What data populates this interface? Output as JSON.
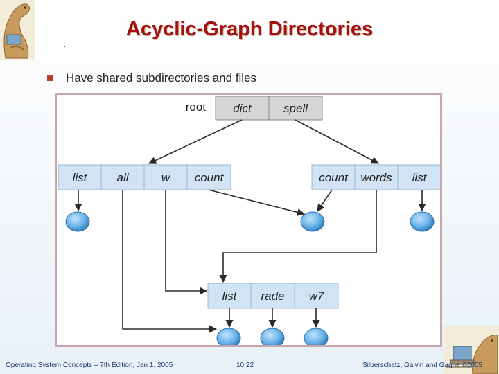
{
  "slide": {
    "title": "Acyclic-Graph Directories",
    "bullet": "Have shared subdirectories and files"
  },
  "diagram": {
    "root_dir": {
      "label": "root",
      "entries": [
        "dict",
        "spell"
      ]
    },
    "dict_dir": {
      "entries": [
        "list",
        "all",
        "w",
        "count"
      ]
    },
    "spell_dir": {
      "entries": [
        "count",
        "words",
        "list"
      ]
    },
    "shared_dir": {
      "entries": [
        "list",
        "rade",
        "w7"
      ]
    }
  },
  "footer": {
    "left": "Operating System Concepts – 7th Edition, Jan 1, 2005",
    "center": "10.22",
    "right": "Silberschatz, Galvin and Gagne ©2005"
  },
  "colors": {
    "title": "#a40f0f",
    "entry_fill": "#d0e4f5",
    "root_entry_fill": "#d5d5d5",
    "file_node": "#6fb6ea",
    "figure_border": "#c8a6ad"
  }
}
